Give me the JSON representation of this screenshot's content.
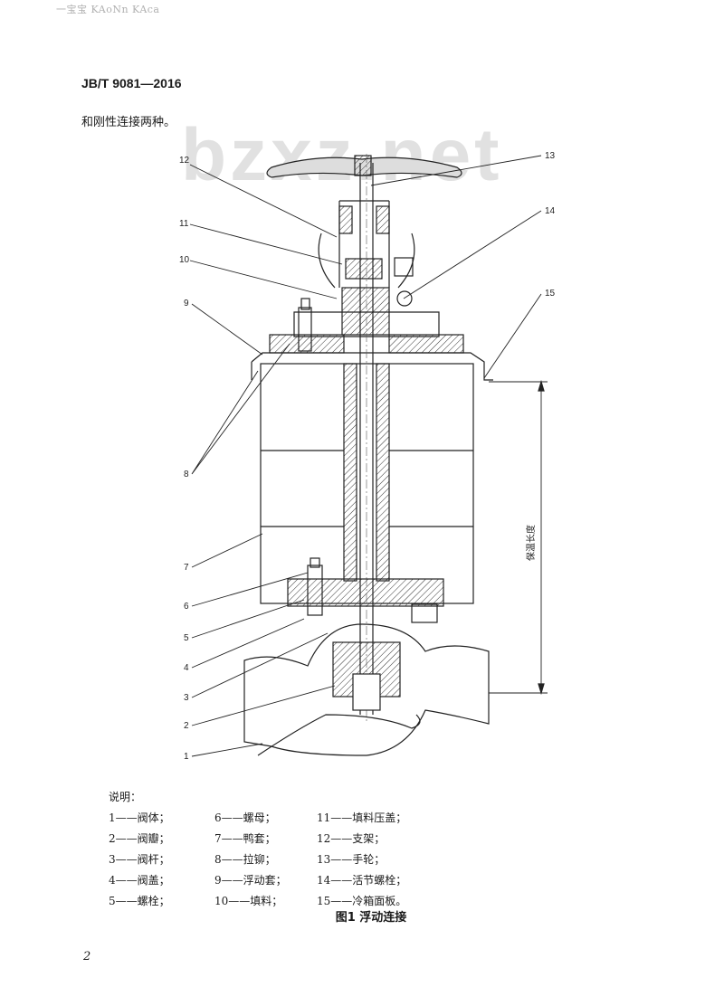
{
  "corner_mark": "一宝宝 KAoNn KAca",
  "header": {
    "standard_code": "JB/T 9081—2016"
  },
  "intro_text": "和刚性连接两种。",
  "watermark": "bzxz.net",
  "drawing": {
    "callouts": [
      "1",
      "2",
      "3",
      "4",
      "5",
      "6",
      "7",
      "8",
      "9",
      "10",
      "11",
      "12",
      "13",
      "14",
      "15"
    ],
    "dimension_label": "保温长度"
  },
  "legend": {
    "title": "说明：",
    "items": [
      "1——阀体；",
      "2——阀瓣；",
      "3——阀杆；",
      "4——阀盖；",
      "5——螺栓；",
      "6——螺母；",
      "7——鸭套；",
      "8——拉铆；",
      "9——浮动套；",
      "10——填料；",
      "11——填料压盖；",
      "12——支架；",
      "13——手轮；",
      "14——活节螺栓；",
      "15——冷箱面板。"
    ]
  },
  "figure_caption": "图1  浮动连接",
  "page_number": "2"
}
